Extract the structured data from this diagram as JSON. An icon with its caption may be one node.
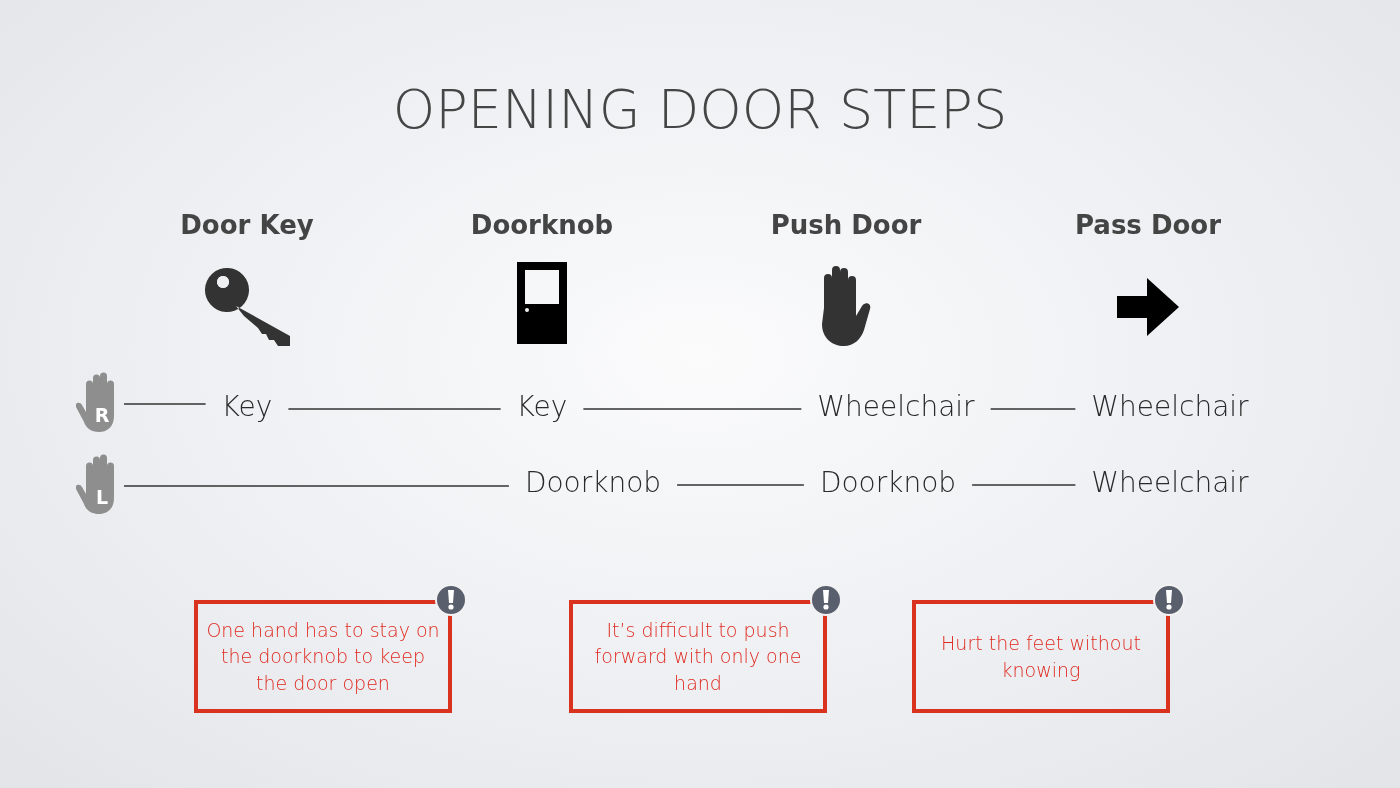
{
  "diagram": {
    "title": "OPENING DOOR STEPS",
    "nodes": [
      {
        "text": [
          "R"
        ]
      },
      {
        "text": [
          "Key"
        ]
      },
      {
        "text": [
          "Key"
        ]
      },
      {
        "text": [
          "Wheelchair"
        ]
      },
      {
        "text": [
          "Wheelchair"
        ]
      },
      {
        "text": [
          "L"
        ]
      },
      {
        "text": [
          "Doorknob"
        ]
      },
      {
        "text": [
          "Doorknob"
        ]
      },
      {
        "text": [
          "Wheelchair"
        ]
      },
      {
        "text": [
          "One hand has to stay on the doorknob to keep the door open"
        ]
      },
      {
        "text": [
          "It’s difficult to push forward with only one hand"
        ]
      },
      {
        "text": [
          "Hurt the feet without knowing"
        ]
      }
    ],
    "edges": [
      {
        "from": 0,
        "to": 1,
        "arrow": "none"
      },
      {
        "from": 1,
        "to": 2,
        "arrow": "none"
      },
      {
        "from": 2,
        "to": 3,
        "arrow": "none"
      },
      {
        "from": 3,
        "to": 4,
        "arrow": "none"
      },
      {
        "from": 5,
        "to": 6,
        "arrow": "none"
      },
      {
        "from": 6,
        "to": 7,
        "arrow": "none"
      },
      {
        "from": 7,
        "to": 8,
        "arrow": "none"
      }
    ],
    "labels": [
      "Door Key",
      "Doorknob",
      "Push Door",
      "Pass Door"
    ]
  }
}
